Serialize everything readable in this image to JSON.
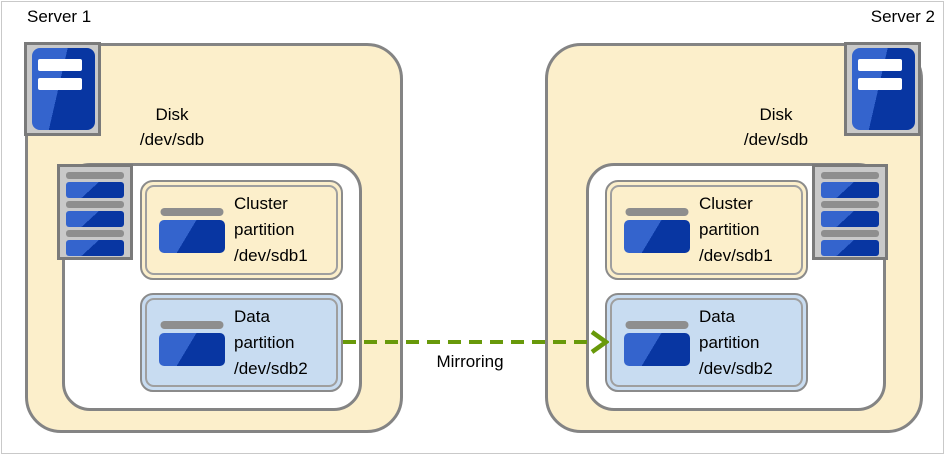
{
  "servers": [
    {
      "name": "Server 1",
      "disk_label_lines": [
        "Disk",
        "/dev/sdb"
      ],
      "partitions": [
        {
          "kind": "cluster",
          "lines": [
            "Cluster",
            "partition",
            "/dev/sdb1"
          ]
        },
        {
          "kind": "data",
          "lines": [
            "Data",
            "partition",
            "/dev/sdb2"
          ]
        }
      ]
    },
    {
      "name": "Server 2",
      "disk_label_lines": [
        "Disk",
        "/dev/sdb"
      ],
      "partitions": [
        {
          "kind": "cluster",
          "lines": [
            "Cluster",
            "partition",
            "/dev/sdb1"
          ]
        },
        {
          "kind": "data",
          "lines": [
            "Data",
            "partition",
            "/dev/sdb2"
          ]
        }
      ]
    }
  ],
  "arrow": {
    "label": "Mirroring",
    "direction": "left-to-right",
    "style": "dashed"
  },
  "icons": {
    "server": "server-tower-icon",
    "disk_stack": "disk-stack-icon",
    "partition": "partition-disk-icon"
  },
  "colors": {
    "server-fill": "#FCEFCB",
    "cluster-fill": "#FCEFCB",
    "data-fill": "#C8DCF1",
    "box-border": "#848484",
    "inner-border": "#9F9F9F",
    "icon-frame": "#C9C9C9",
    "icon-frame-border": "#7A7A7A",
    "icon-gray-bar": "#8E8E8E",
    "arrow-green": "#68990A",
    "text": "#000000",
    "canvas-border": "#C9C9C9"
  }
}
